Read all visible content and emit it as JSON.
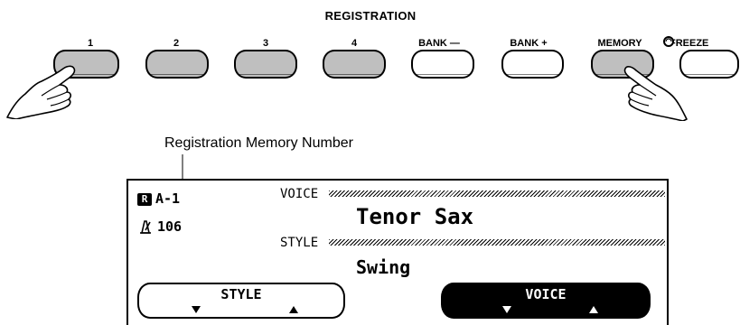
{
  "panel": {
    "title": "REGISTRATION",
    "buttons": [
      {
        "label": "1",
        "state": "pressed"
      },
      {
        "label": "2",
        "state": "normal"
      },
      {
        "label": "3",
        "state": "normal"
      },
      {
        "label": "4",
        "state": "normal"
      },
      {
        "label": "BANK —",
        "state": "normal"
      },
      {
        "label": "BANK +",
        "state": "normal"
      },
      {
        "label": "MEMORY",
        "state": "pressed"
      },
      {
        "label": "FREEZE",
        "state": "normal"
      }
    ]
  },
  "callout": {
    "text": "Registration Memory Number"
  },
  "display": {
    "registration_icon": "R",
    "registration_number": "A-1",
    "tempo_icon": "metronome-icon",
    "tempo": "106",
    "voice_label": "VOICE",
    "voice_name": "Tenor Sax",
    "style_label": "STYLE",
    "style_name": "Swing",
    "style_button": "STYLE",
    "voice_button": "VOICE"
  },
  "colors": {
    "button_gray": "#bfbfbf",
    "ink": "#000000",
    "paper": "#ffffff"
  }
}
